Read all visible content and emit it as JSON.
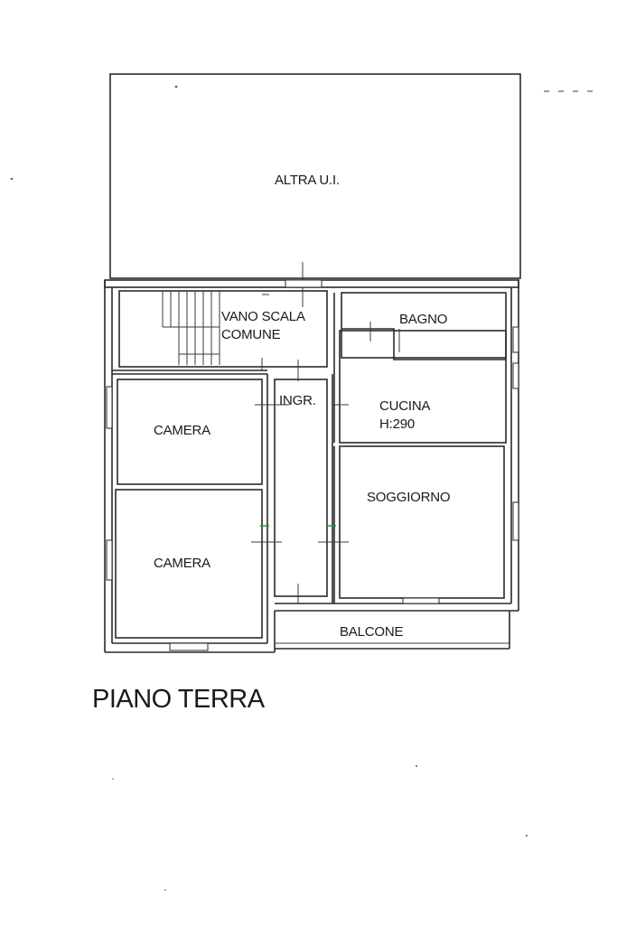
{
  "title": "PIANO TERRA",
  "rooms": {
    "altra": "ALTRA U.I.",
    "vano_scala_1": "VANO SCALA",
    "vano_scala_2": "COMUNE",
    "bagno": "BAGNO",
    "ingresso": "INGR.",
    "cucina": "CUCINA",
    "cucina_height": "H:290",
    "camera_1": "CAMERA",
    "camera_2": "CAMERA",
    "soggiorno": "SOGGIORNO",
    "balcone": "BALCONE"
  },
  "colors": {
    "walls": "#2a2a2a",
    "door_marks": "#1e9a3a",
    "background": "#ffffff"
  }
}
